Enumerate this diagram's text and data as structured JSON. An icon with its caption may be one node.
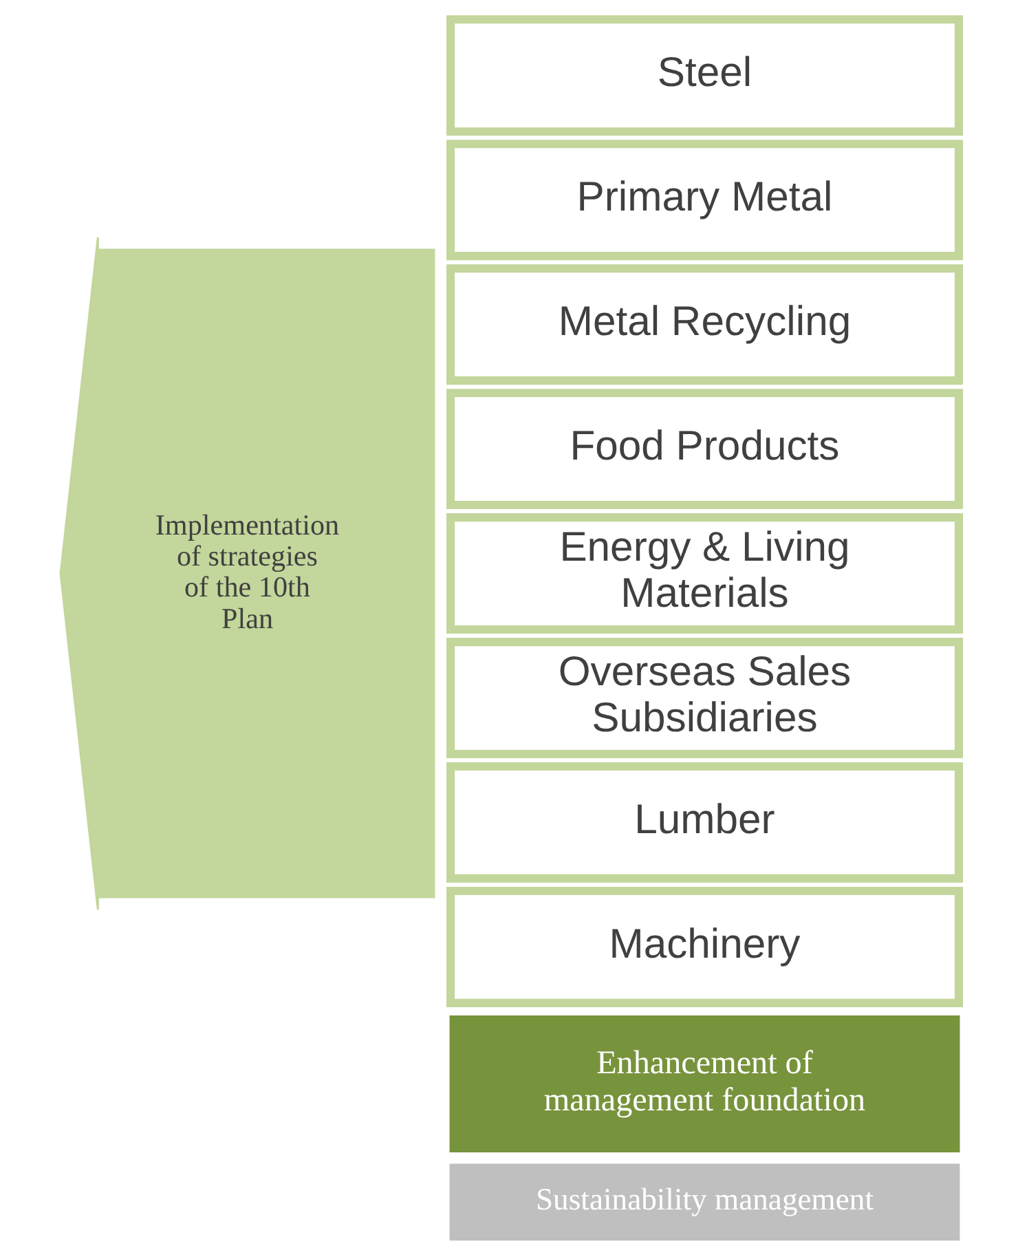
{
  "diagram": {
    "nodes": [
      {
        "text": [
          "Implementation of strategies of the 10th Plan"
        ]
      },
      {
        "text": [
          "Steel"
        ]
      },
      {
        "text": [
          "Primary Metal"
        ]
      },
      {
        "text": [
          "Metal Recycling"
        ]
      },
      {
        "text": [
          "Food Products"
        ]
      },
      {
        "text": [
          "Energy & Living Materials"
        ]
      },
      {
        "text": [
          "Overseas Sales Subsidiaries"
        ]
      },
      {
        "text": [
          "Lumber"
        ]
      },
      {
        "text": [
          "Machinery"
        ]
      },
      {
        "text": [
          "Enhancement of management foundation"
        ]
      },
      {
        "text": [
          "Sustainability management"
        ]
      }
    ]
  }
}
